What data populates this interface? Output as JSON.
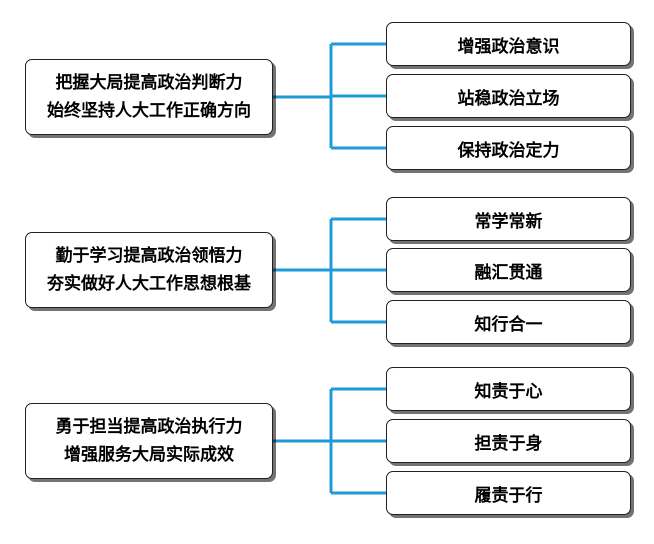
{
  "diagram": {
    "line_color": "#1e9bd7",
    "groups": [
      {
        "main": {
          "line1": "把握大局提高政治判断力",
          "line2": "始终坚持人大工作正确方向"
        },
        "items": [
          "增强政治意识",
          "站稳政治立场",
          "保持政治定力"
        ]
      },
      {
        "main": {
          "line1": "勤于学习提高政治领悟力",
          "line2": "夯实做好人大工作思想根基"
        },
        "items": [
          "常学常新",
          "融汇贯通",
          "知行合一"
        ]
      },
      {
        "main": {
          "line1": "勇于担当提高政治执行力",
          "line2": "增强服务大局实际成效"
        },
        "items": [
          "知责于心",
          "担责于身",
          "履责于行"
        ]
      }
    ]
  }
}
